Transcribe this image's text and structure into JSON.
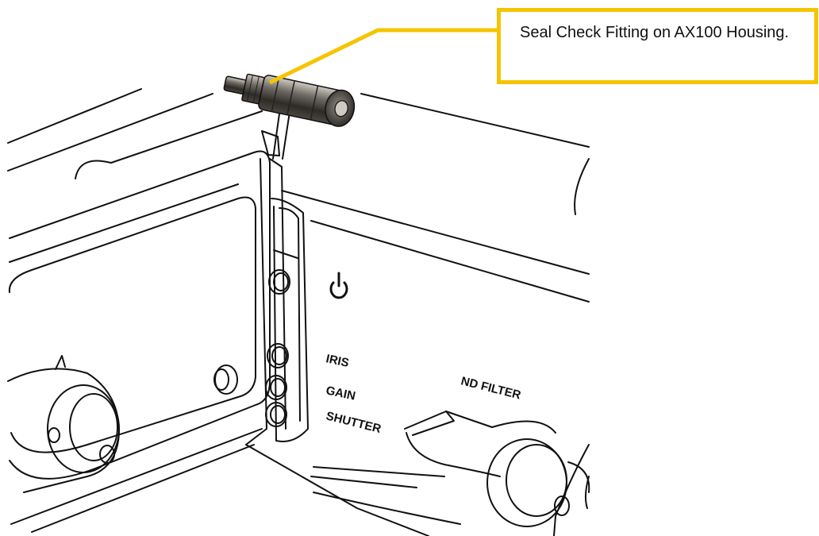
{
  "callout": {
    "text": "Seal Check Fitting on AX100 Housing.",
    "border_color": "#f5c400"
  },
  "leader_color": "#f5c400",
  "labels": {
    "iris": "IRIS",
    "gain": "GAIN",
    "shutter": "SHUTTER",
    "nd_filter": "ND FILTER"
  },
  "icons": [
    "power-icon"
  ]
}
